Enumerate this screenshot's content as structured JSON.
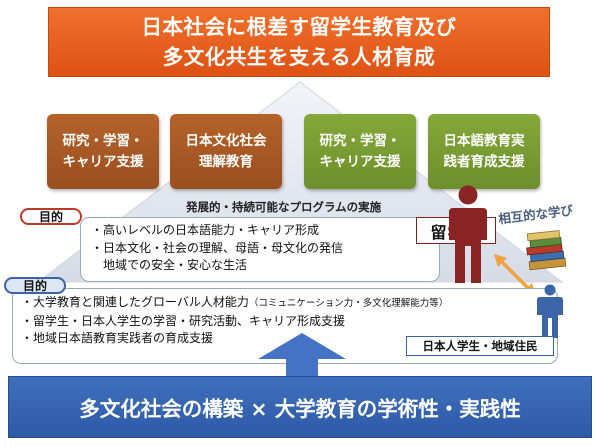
{
  "title": {
    "line1": "日本社会に根差す留学生教育及び",
    "line2": "多文化共生を支える人材育成"
  },
  "boxes": [
    {
      "line1": "研究・学習・",
      "line2": "キャリア支援"
    },
    {
      "line1": "日本文化社会",
      "line2": "理解教育"
    },
    {
      "line1": "研究・学習・",
      "line2": "キャリア支援"
    },
    {
      "line1": "日本語教育実",
      "line2": "践者育成支援"
    }
  ],
  "program_text": "発展的・持続可能なプログラムの実施",
  "purpose1": {
    "label": "目的",
    "items": [
      "・高いレベルの日本語能力・キャリア形成",
      "・日本文化・社会の理解、母語・母文化の発信",
      "　地域での安全・安心な生活"
    ]
  },
  "purpose2": {
    "label": "目的",
    "items": [
      {
        "main": "・大学教育と関連したグローバル人材能力",
        "note": "（コミュニケーション力・多文化理解能力等）"
      },
      {
        "main": "・留学生・日本人学生の学習・研究活動、キャリア形成支援",
        "note": ""
      },
      {
        "main": "・地域日本語教育実践者の育成支援",
        "note": ""
      }
    ]
  },
  "student_label": "留学生",
  "mutual_label": "相互的な学び",
  "local_label": "日本人学生・地域住民",
  "bottom_banner": "多文化社会の構築 × 大学教育の学術性・実践性",
  "colors": {
    "orange": "#e15b1c",
    "brown": "#a4562a",
    "green": "#779b33",
    "blue": "#2e5aa6",
    "dark_red": "#7d2020",
    "figure_blue": "#3b65a8"
  },
  "icons": [
    "person-figure-red",
    "person-figure-blue",
    "books-icon",
    "double-arrow-icon",
    "up-arrow"
  ]
}
